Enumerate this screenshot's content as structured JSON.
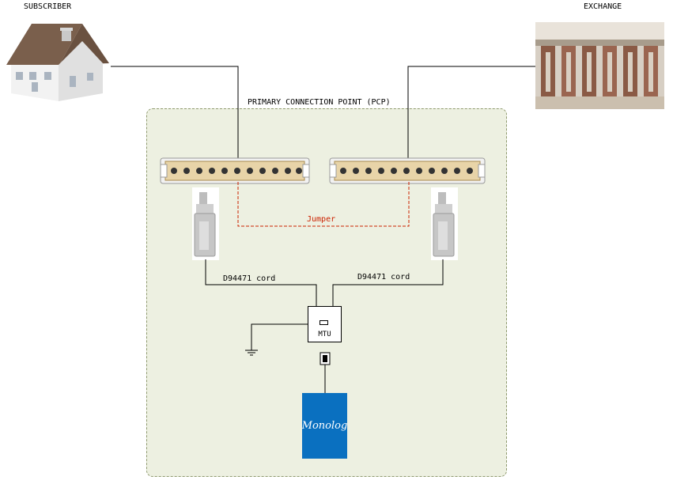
{
  "labels": {
    "subscriber": "SUBSCRIBER",
    "exchange": "EXCHANGE",
    "pcp": "PRIMARY CONNECTION POINT (PCP)",
    "jumper": "Jumper",
    "cord_left": "D94471 cord",
    "cord_right": "D94471 cord",
    "mtu": "MTU",
    "monolog": "Monolog"
  },
  "icons": {
    "subscriber": "house-icon",
    "exchange": "exchange-equipment-icon",
    "terminal_strip": "terminal-block-icon",
    "plug": "test-plug-icon",
    "ground": "ground-icon",
    "jack": "rj-jack-icon"
  },
  "colors": {
    "pcp_fill": "#edf0e1",
    "jumper": "#cc2200",
    "monolog": "#0a70c0",
    "lines": "#000000"
  }
}
